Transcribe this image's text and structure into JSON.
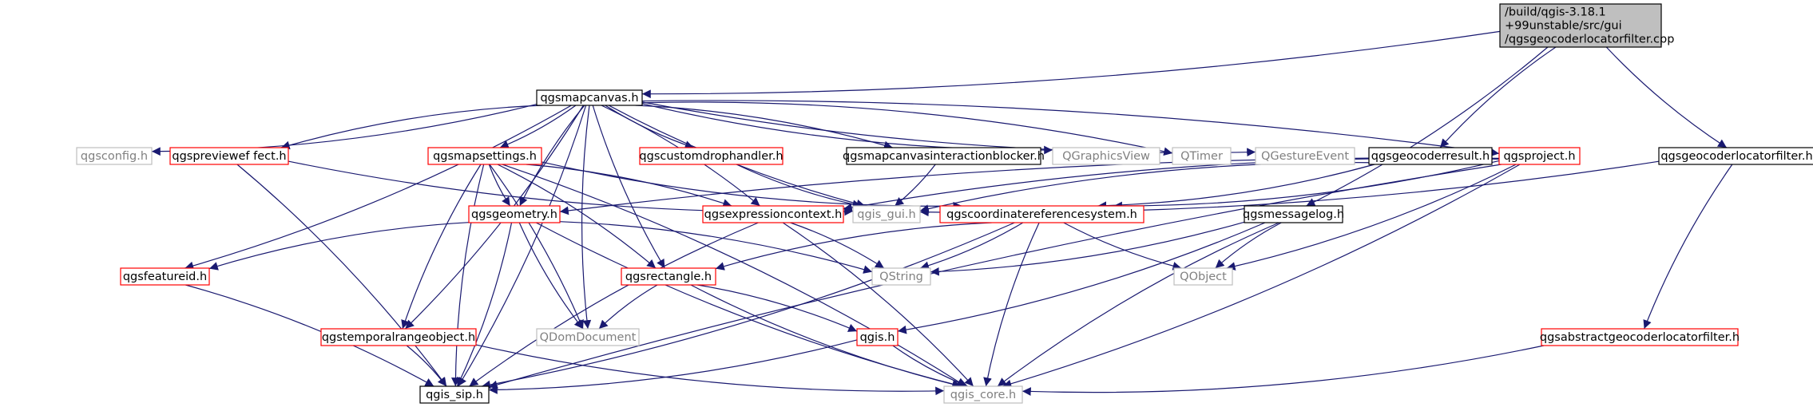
{
  "colors": {
    "edge": "#191970",
    "box_documented": "#000000",
    "box_red": "#ff0000",
    "box_gray": "#bfbfbf",
    "text": "#000000",
    "text_gray": "#808080",
    "root_fill": "#bfbfbf"
  },
  "nodes": [
    {
      "id": "root",
      "lines": [
        "/build/qgis-3.18.1",
        "+99unstable/src/gui",
        "/qgsgeocoderlocatorfilter.cpp"
      ],
      "style": "root"
    },
    {
      "id": "qgsmapcanvas",
      "lines": [
        "qgsmapcanvas.h"
      ],
      "style": "black"
    },
    {
      "id": "qgsconfig",
      "lines": [
        "qgsconfig.h"
      ],
      "style": "gray"
    },
    {
      "id": "qgspreviewef",
      "lines": [
        "qgspreviewef fect.h"
      ],
      "style": "red"
    },
    {
      "id": "qgsmapsettings",
      "lines": [
        "qgsmapsettings.h"
      ],
      "style": "red"
    },
    {
      "id": "qgscustomdrophandler",
      "lines": [
        "qgscustomdrophandler.h"
      ],
      "style": "red"
    },
    {
      "id": "qgsmapcanvasinteractionblocker",
      "lines": [
        "qgsmapcanvasinteractionblocker.h"
      ],
      "style": "black"
    },
    {
      "id": "QGraphicsView",
      "lines": [
        "QGraphicsView"
      ],
      "style": "gray"
    },
    {
      "id": "QTimer",
      "lines": [
        "QTimer"
      ],
      "style": "gray"
    },
    {
      "id": "QGestureEvent",
      "lines": [
        "QGestureEvent"
      ],
      "style": "gray"
    },
    {
      "id": "qgsgeocoderresult",
      "lines": [
        "qgsgeocoderresult.h"
      ],
      "style": "black"
    },
    {
      "id": "qgsproject",
      "lines": [
        "qgsproject.h"
      ],
      "style": "red"
    },
    {
      "id": "qgsgeocoderlocatorfilter",
      "lines": [
        "qgsgeocoderlocatorfilter.h"
      ],
      "style": "black"
    },
    {
      "id": "qgis_gui",
      "lines": [
        "qgis_gui.h"
      ],
      "style": "gray"
    },
    {
      "id": "qgsexpressioncontext",
      "lines": [
        "qgsexpressioncontext.h"
      ],
      "style": "red"
    },
    {
      "id": "qgscoordinatereferencesystem",
      "lines": [
        "qgscoordinatereferencesystem.h"
      ],
      "style": "red"
    },
    {
      "id": "qgsgeometry",
      "lines": [
        "qgsgeometry.h"
      ],
      "style": "red"
    },
    {
      "id": "qgsmessagelog",
      "lines": [
        "qgsmessagelog.h"
      ],
      "style": "black"
    },
    {
      "id": "qgsfeatureid",
      "lines": [
        "qgsfeatureid.h"
      ],
      "style": "red"
    },
    {
      "id": "QString",
      "lines": [
        "QString"
      ],
      "style": "gray"
    },
    {
      "id": "QObject",
      "lines": [
        "QObject"
      ],
      "style": "gray"
    },
    {
      "id": "qgsrectangle",
      "lines": [
        "qgsrectangle.h"
      ],
      "style": "red"
    },
    {
      "id": "qgstemporalrangeobject",
      "lines": [
        "qgstemporalrangeobject.h"
      ],
      "style": "red"
    },
    {
      "id": "QDomDocument",
      "lines": [
        "QDomDocument"
      ],
      "style": "gray"
    },
    {
      "id": "qgis",
      "lines": [
        "qgis.h"
      ],
      "style": "red"
    },
    {
      "id": "qgsabstractgeocoderlocatorfilter",
      "lines": [
        "qgsabstractgeocoderlocatorfilter.h"
      ],
      "style": "red"
    },
    {
      "id": "qgis_sip",
      "lines": [
        "qgis_sip.h"
      ],
      "style": "black"
    },
    {
      "id": "qgis_core",
      "lines": [
        "qgis_core.h"
      ],
      "style": "gray"
    }
  ],
  "edges": [
    [
      "root",
      "qgsmapcanvas"
    ],
    [
      "root",
      "qgsgeocoderresult"
    ],
    [
      "root",
      "qgsmessagelog"
    ],
    [
      "root",
      "qgsgeocoderlocatorfilter"
    ],
    [
      "qgsmapcanvas",
      "qgsconfig"
    ],
    [
      "qgsmapcanvas",
      "qgspreviewef"
    ],
    [
      "qgsmapcanvas",
      "qgsmapsettings"
    ],
    [
      "qgsmapcanvas",
      "qgscustomdrophandler"
    ],
    [
      "qgsmapcanvas",
      "qgsmapcanvasinteractionblocker"
    ],
    [
      "qgsmapcanvas",
      "QGraphicsView"
    ],
    [
      "qgsmapcanvas",
      "QTimer"
    ],
    [
      "qgsmapcanvas",
      "QGestureEvent"
    ],
    [
      "qgsmapcanvas",
      "qgsproject"
    ],
    [
      "qgsmapcanvas",
      "qgis_gui"
    ],
    [
      "qgsmapcanvas",
      "qgsexpressioncontext"
    ],
    [
      "qgsmapcanvas",
      "qgsgeometry"
    ],
    [
      "qgsmapcanvas",
      "qgsfeatureid"
    ],
    [
      "qgsmapcanvas",
      "qgsrectangle"
    ],
    [
      "qgsmapcanvas",
      "qgstemporalrangeobject"
    ],
    [
      "qgsmapcanvas",
      "QDomDocument"
    ],
    [
      "qgsmapcanvas",
      "qgis_sip"
    ],
    [
      "qgspreviewef",
      "qgis_gui"
    ],
    [
      "qgspreviewef",
      "qgis_sip"
    ],
    [
      "qgsmapsettings",
      "qgsgeometry"
    ],
    [
      "qgsmapsettings",
      "qgsexpressioncontext"
    ],
    [
      "qgsmapsettings",
      "qgscoordinatereferencesystem"
    ],
    [
      "qgsmapsettings",
      "qgsrectangle"
    ],
    [
      "qgsmapsettings",
      "qgstemporalrangeobject"
    ],
    [
      "qgsmapsettings",
      "QDomDocument"
    ],
    [
      "qgsmapsettings",
      "qgis_sip"
    ],
    [
      "qgsmapsettings",
      "qgis_core"
    ],
    [
      "qgscustomdrophandler",
      "qgis_gui"
    ],
    [
      "qgsmapcanvasinteractionblocker",
      "qgis_gui"
    ],
    [
      "qgsgeocoderresult",
      "qgis_gui"
    ],
    [
      "qgsgeocoderresult",
      "qgscoordinatereferencesystem"
    ],
    [
      "qgsproject",
      "qgsexpressioncontext"
    ],
    [
      "qgsproject",
      "qgscoordinatereferencesystem"
    ],
    [
      "qgsproject",
      "qgsgeometry"
    ],
    [
      "qgsproject",
      "QObject"
    ],
    [
      "qgsproject",
      "qgis_sip"
    ],
    [
      "qgsproject",
      "qgis_core"
    ],
    [
      "qgsgeocoderlocatorfilter",
      "qgsabstractgeocoderlocatorfilter"
    ],
    [
      "qgsgeocoderlocatorfilter",
      "qgis_gui"
    ],
    [
      "qgsgeometry",
      "qgsfeatureid"
    ],
    [
      "qgsgeometry",
      "QString"
    ],
    [
      "qgsgeometry",
      "QDomDocument"
    ],
    [
      "qgsgeometry",
      "qgis_sip"
    ],
    [
      "qgsgeometry",
      "qgis_core"
    ],
    [
      "qgsexpressioncontext",
      "QString"
    ],
    [
      "qgsexpressioncontext",
      "qgis_sip"
    ],
    [
      "qgsexpressioncontext",
      "qgis_core"
    ],
    [
      "qgscoordinatereferencesystem",
      "qgsrectangle"
    ],
    [
      "qgscoordinatereferencesystem",
      "QString"
    ],
    [
      "qgscoordinatereferencesystem",
      "QObject"
    ],
    [
      "qgscoordinatereferencesystem",
      "qgis_sip"
    ],
    [
      "qgscoordinatereferencesystem",
      "qgis_core"
    ],
    [
      "qgsmessagelog",
      "QString"
    ],
    [
      "qgsmessagelog",
      "QObject"
    ],
    [
      "qgsmessagelog",
      "qgis"
    ],
    [
      "qgsmessagelog",
      "qgis_core"
    ],
    [
      "qgsfeatureid",
      "qgis_sip"
    ],
    [
      "qgsrectangle",
      "QDomDocument"
    ],
    [
      "qgsrectangle",
      "qgis"
    ],
    [
      "qgsrectangle",
      "qgis_core"
    ],
    [
      "qgstemporalrangeobject",
      "qgis_sip"
    ],
    [
      "qgstemporalrangeobject",
      "qgis_core"
    ],
    [
      "qgis",
      "qgis_sip"
    ],
    [
      "qgis",
      "qgis_core"
    ],
    [
      "qgsabstractgeocoderlocatorfilter",
      "qgis_core"
    ]
  ]
}
